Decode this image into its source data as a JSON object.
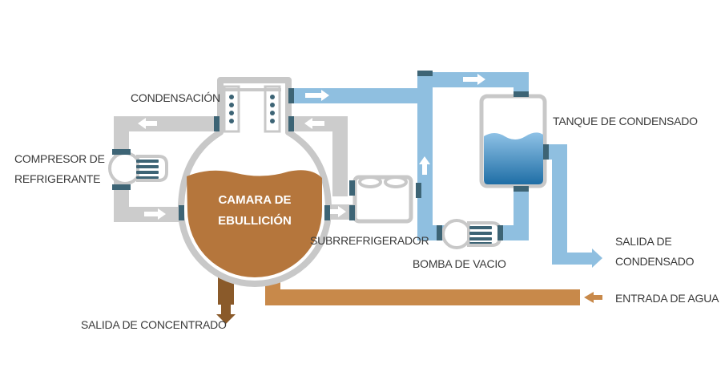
{
  "labels": {
    "condensacion": "CONDENSACIÓN",
    "compresor_line1": "COMPRESOR DE",
    "compresor_line2": "REFRIGERANTE",
    "camara_line1": "CAMARA DE",
    "camara_line2": "EBULLICIÓN",
    "subrefrigerador": "SUBRREFRIGERADOR",
    "bomba_vacio": "BOMBA DE VACIO",
    "tanque_condensado": "TANQUE DE CONDENSADO",
    "salida_condensado_line1": "SALIDA DE",
    "salida_condensado_line2": "CONDENSADO",
    "entrada_agua": "ENTRADA DE AGUA",
    "salida_concentrado": "SALIDA DE CONCENTRADO"
  },
  "colors": {
    "refrigerant_pipe": "#cccccc",
    "vessel_outline": "#c8c8c8",
    "vapor_pipe": "#8fbfe0",
    "water_pipe": "#c8894a",
    "concentrate_pipe": "#8a5a2a",
    "boiling_liquid": "#b5763c",
    "flange": "#3d6475",
    "arrow": "#ffffff"
  }
}
